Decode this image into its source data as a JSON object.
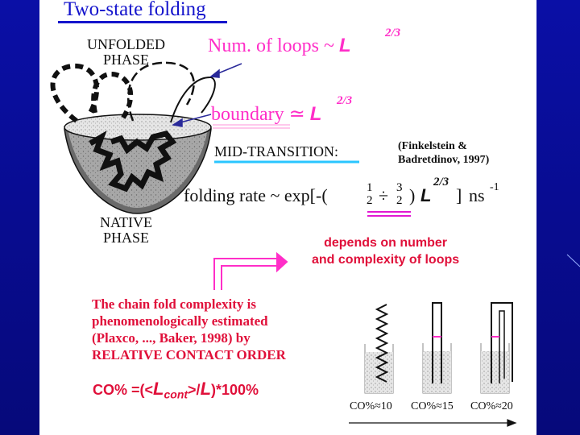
{
  "title": "Two-state folding",
  "unfolded_label": [
    "UNFOLDED",
    "PHASE"
  ],
  "native_label": [
    "NATIVE",
    "PHASE"
  ],
  "loops": {
    "text": "Num. of loops ~",
    "var": "L",
    "exp": "2/3"
  },
  "boundary": {
    "text": "boundary ≃",
    "var": "L",
    "exp": "2/3"
  },
  "mid_transition": "MID-TRANSITION:",
  "citation": [
    "(Finkelstein &",
    "Badretdinov, 1997)"
  ],
  "rate": {
    "prefix": "folding rate ~ exp[-(",
    "frac1": [
      "1",
      "2"
    ],
    "op": "÷",
    "frac2": [
      "3",
      "2"
    ],
    "close": ")",
    "var": "L",
    "exp": "2/3",
    "bracket": "]",
    "unit": "ns",
    "unit_exp": "-1"
  },
  "depends": [
    "depends on number",
    "and complexity of loops"
  ],
  "chain_text": [
    "The chain fold complexity is",
    "phenomenologically estimated",
    "(Plaxco, ..., Baker, 1998) by",
    "RELATIVE CONTACT ORDER"
  ],
  "co_formula": {
    "a": "CO% =(<",
    "var": "L",
    "sub": "cont",
    "b": ">/",
    "var2": "L",
    "c": ")*100%"
  },
  "co_labels": [
    "CO%≈10",
    "CO%≈15",
    "CO%≈20"
  ],
  "colors": {
    "background": "#0b0f9e",
    "title": "#1414cc",
    "accent": "#ff2ec8",
    "cyan": "#29c6ff",
    "red": "#e0103a"
  }
}
